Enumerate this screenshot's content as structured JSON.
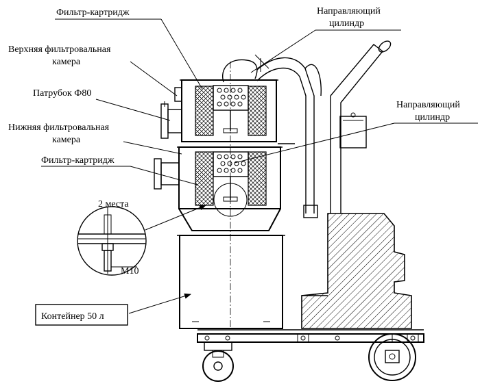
{
  "labels": {
    "filter_cartridge_top": "Фильтр-картридж",
    "guide_cylinder_top_line1": "Направляющий",
    "guide_cylinder_top_line2": "цилиндр",
    "upper_chamber_line1": "Верхняя фильтровальная",
    "upper_chamber_line2": "камера",
    "branch_pipe": "Патрубок Ф80",
    "guide_cylinder_right_line1": "Направляющий",
    "guide_cylinder_right_line2": "цилиндр",
    "lower_chamber_line1": "Нижняя фильтровальная",
    "lower_chamber_line2": "камера",
    "filter_cartridge_bottom": "Фильтр-картридж",
    "two_places": "2 места",
    "thread": "М10",
    "container": "Контейнер 50 л"
  },
  "icons": {
    "wheel": "wheel-icon",
    "caster": "caster-wheel-icon"
  }
}
